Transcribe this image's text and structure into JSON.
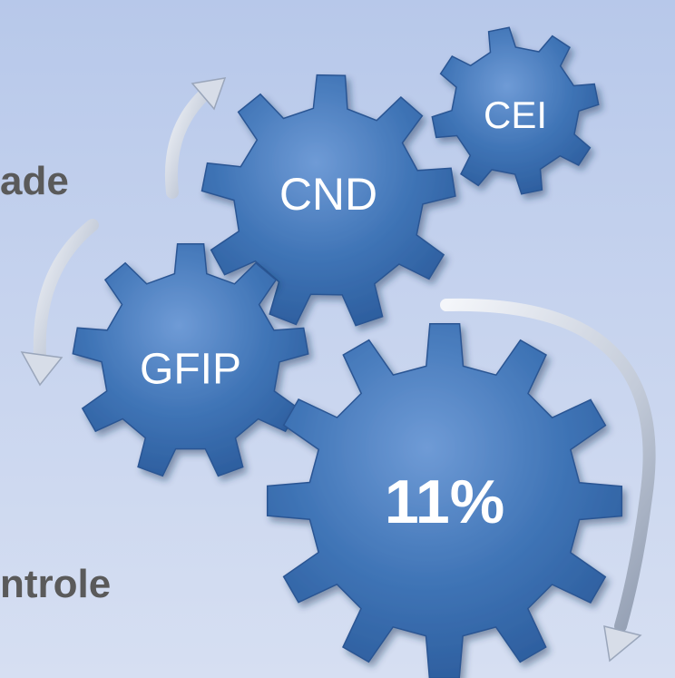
{
  "side_texts": {
    "top": "ade",
    "bottom": "ntrole"
  },
  "gears": [
    {
      "id": "cei",
      "label": "CEI"
    },
    {
      "id": "cnd",
      "label": "CND"
    },
    {
      "id": "gfip",
      "label": "GFIP"
    },
    {
      "id": "pct",
      "label": "11%"
    }
  ],
  "colors": {
    "gear_fill": "#3b6fb0",
    "gear_highlight": "#6f9bd6",
    "arrow": "#c7d0df"
  }
}
